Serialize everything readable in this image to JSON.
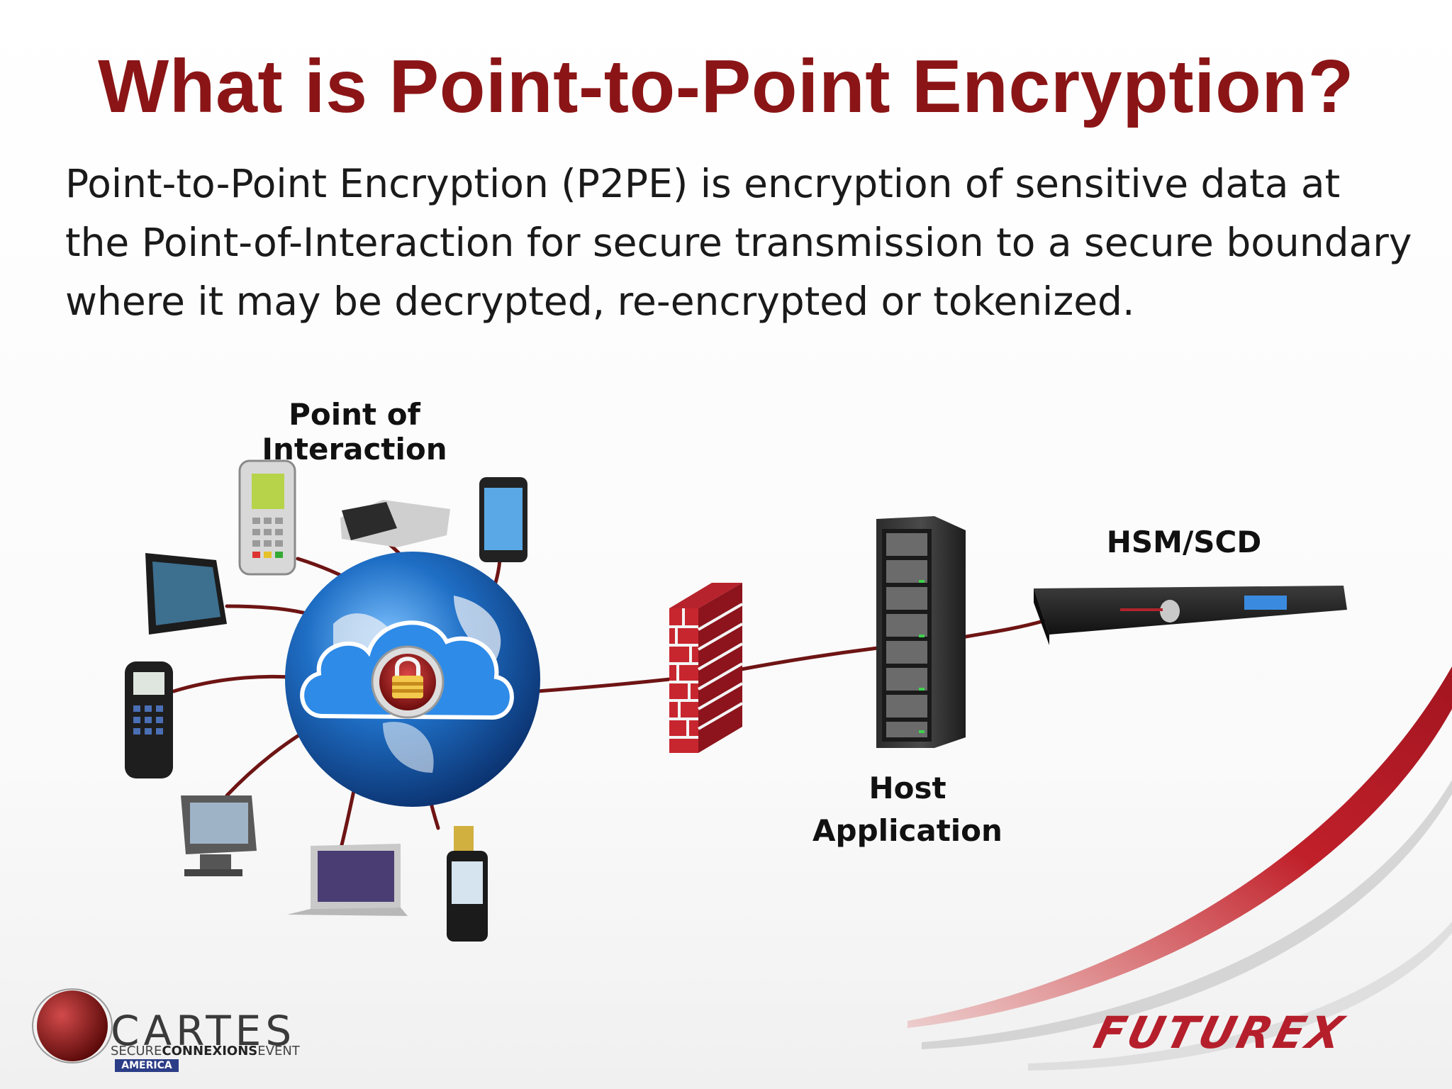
{
  "slide": {
    "title": "What is Point-to-Point Encryption?",
    "body": "Point-to-Point Encryption (P2PE) is encryption of sensitive data at the Point-of-Interaction for secure transmission to a secure boundary where it may be decrypted, re-encrypted or tokenized."
  },
  "diagram": {
    "poi_label": "Point of Interaction",
    "hsm_label": "HSM/SCD",
    "host_label_line1": "Host",
    "host_label_line2": "Application"
  },
  "logos": {
    "cartes_name": "CARTES",
    "cartes_tag_prefix": "SECURE",
    "cartes_tag_strong": "CONNEXIONS",
    "cartes_tag_suffix": "EVENT",
    "cartes_region": "AMERICA",
    "futurex": "FUTUREX"
  },
  "colors": {
    "title": "#8b1516",
    "connector": "#6e1414",
    "accent_red": "#c0202a",
    "globe_blue": "#1f6fc6"
  }
}
